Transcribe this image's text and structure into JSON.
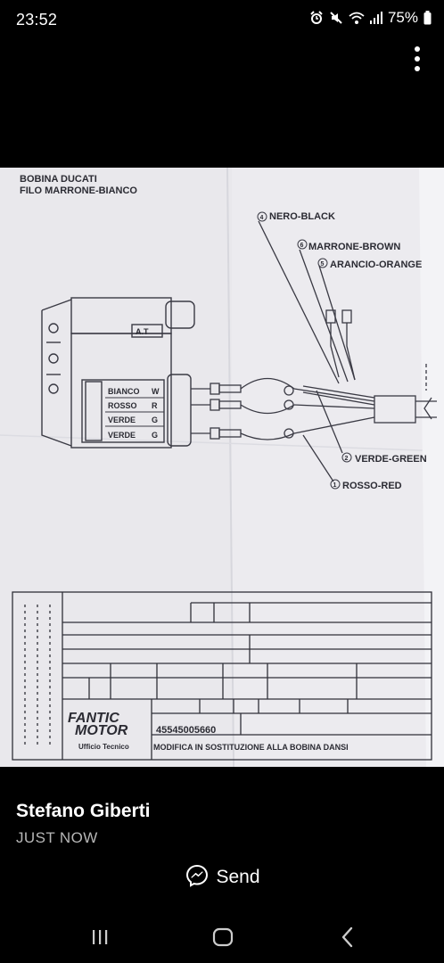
{
  "status_bar": {
    "time": "23:52",
    "battery": "75%",
    "icons": [
      "alarm-icon",
      "mute-icon",
      "wifi-icon",
      "signal-icon"
    ]
  },
  "document": {
    "heading_line1": "BOBINA DUCATI",
    "heading_line2": "FILO MARRONE-BIANCO",
    "labels": {
      "nero": "NERO-BLACK",
      "marrone": "MARRONE-BROWN",
      "arancio": "ARANCIO-ORANGE",
      "verde": "VERDE-GREEN",
      "rosso": "ROSSO-RED",
      "at": "A.T"
    },
    "label_numbers": {
      "nero": "4",
      "marrone": "6",
      "arancio": "5",
      "verde": "2",
      "rosso": "1"
    },
    "coil_table": [
      {
        "name": "BIANCO",
        "code": "W"
      },
      {
        "name": "ROSSO",
        "code": "R"
      },
      {
        "name": "VERDE",
        "code": "G"
      },
      {
        "name": "VERDE",
        "code": "G"
      }
    ],
    "title_block": {
      "logo_line1": "FANTIC",
      "logo_line2": "MOTOR",
      "office": "Ufficio Tecnico",
      "part_number": "45545005660",
      "description": "MODIFICA IN SOSTITUZIONE ALLA BOBINA DANSI"
    }
  },
  "post": {
    "author": "Stefano Giberti",
    "time": "JUST NOW",
    "send_label": "Send"
  },
  "colors": {
    "background": "#000000",
    "paper": "#ebebee",
    "ink": "#2b2b33",
    "secondary_text": "#b6b6b6"
  }
}
